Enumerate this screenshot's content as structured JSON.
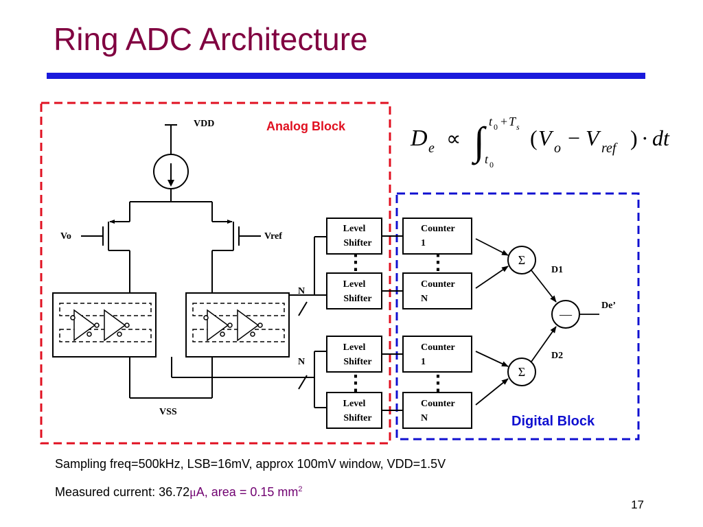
{
  "slide": {
    "title": "Ring ADC Architecture",
    "page_number": "17",
    "colors": {
      "title": "#800040",
      "bar": "#1a1adc",
      "analog": "#e01020",
      "digital": "#1010d0"
    }
  },
  "diagram": {
    "analog_label": "Analog Block",
    "digital_label": "Digital Block",
    "vdd": "VDD",
    "vss": "VSS",
    "vo": "Vo",
    "vref": "Vref",
    "n": "N",
    "level_shifter": [
      "Level",
      "Shifter"
    ],
    "counter": "Counter",
    "counter_idx_1": "1",
    "counter_idx_n": "N",
    "sum_symbol": "Σ",
    "minus_symbol": "—",
    "d1": "D1",
    "d2": "D2",
    "de_out": "De’",
    "dots": "⋮"
  },
  "formula": {
    "lhs": "D",
    "lhs_sub": "e",
    "prop": "∝",
    "integral": "∫",
    "upper_t": "t",
    "upper_t_sub": "0",
    "upper_plus": "+",
    "upper_T": "T",
    "upper_T_sub": "s",
    "lower_t": "t",
    "lower_t_sub": "0",
    "open": "(",
    "v1": "V",
    "v1_sub": "o",
    "minus": "−",
    "v2": "V",
    "v2_sub": "ref",
    "close": ")",
    "dot": "·",
    "dt": "dt"
  },
  "captions": {
    "line1": "Sampling freq=500kHz, LSB=16mV, approx 100mV window, VDD=1.5V",
    "line2_a": "Measured current: 36.72",
    "line2_mu": "μ",
    "line2_b": "A, area = 0.15 mm",
    "line2_sup": "2"
  }
}
